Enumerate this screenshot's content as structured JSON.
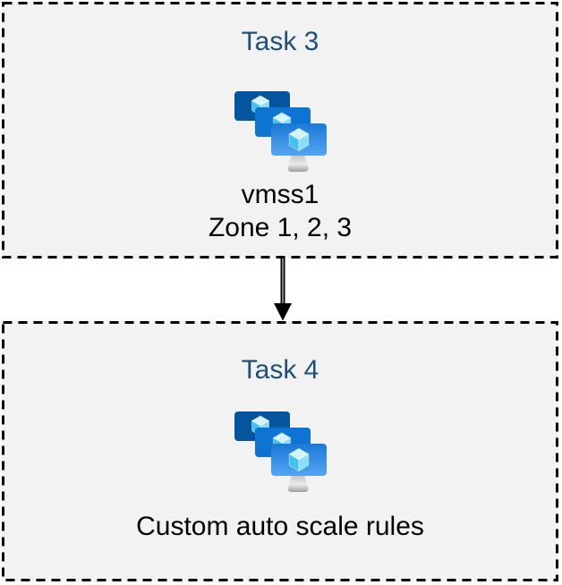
{
  "colors": {
    "page-bg": "#ffffff",
    "box-bg": "#f2f2f2",
    "box-border": "#000000",
    "heading": "#1f4e79",
    "body-text": "#000000",
    "arrow": "#000000",
    "monitor-back": "#07549e",
    "monitor-middle": "#0e74d2",
    "monitor-front-top": "#1b79d7",
    "monitor-front-bottom": "#54a5f2",
    "cube-top": "#d6f3fd",
    "cube-left": "#41c3ee",
    "cube-right": "#8adef7"
  },
  "boxes": [
    {
      "title": "Task 3",
      "icon": "vm-scale-sets",
      "labels": [
        "vmss1",
        "Zone 1, 2, 3"
      ]
    },
    {
      "title": "Task 4",
      "icon": "vm-scale-sets",
      "labels": [
        "Custom auto scale rules"
      ]
    }
  ],
  "connector": {
    "type": "double-line-arrow",
    "direction": "down"
  }
}
